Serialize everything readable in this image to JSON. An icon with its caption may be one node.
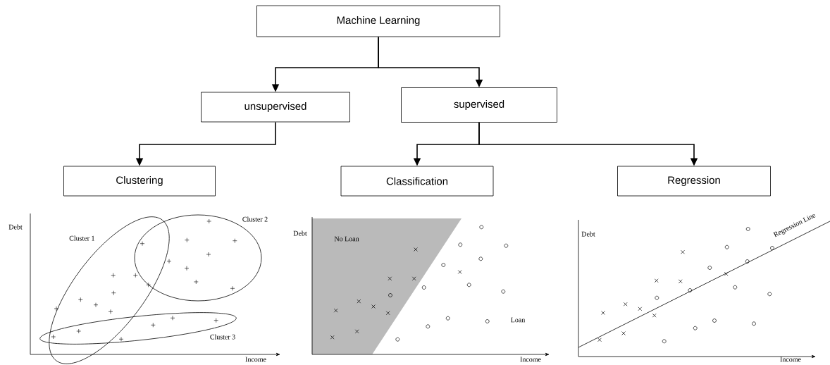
{
  "diagram": {
    "nodes": [
      {
        "text": [
          "Machine Learning"
        ]
      },
      {
        "text": [
          "unsupervised"
        ]
      },
      {
        "text": [
          "supervised"
        ]
      },
      {
        "text": [
          "Clustering"
        ]
      },
      {
        "text": [
          "Classification"
        ]
      },
      {
        "text": [
          "Regression"
        ]
      }
    ],
    "edges": [
      {
        "from": 0,
        "to": 1,
        "arrow": "to"
      },
      {
        "from": 0,
        "to": 2,
        "arrow": "to"
      },
      {
        "from": 1,
        "to": 3,
        "arrow": "to"
      },
      {
        "from": 2,
        "to": 4,
        "arrow": "to"
      },
      {
        "from": 2,
        "to": 5,
        "arrow": "to"
      }
    ],
    "labels": [
      "Debt",
      "Cluster 1",
      "Cluster 2",
      "Cluster 3",
      "Income",
      "Debt",
      "No Loan",
      "Loan",
      "Income",
      "Debt",
      "Regression Line",
      "Income"
    ]
  }
}
